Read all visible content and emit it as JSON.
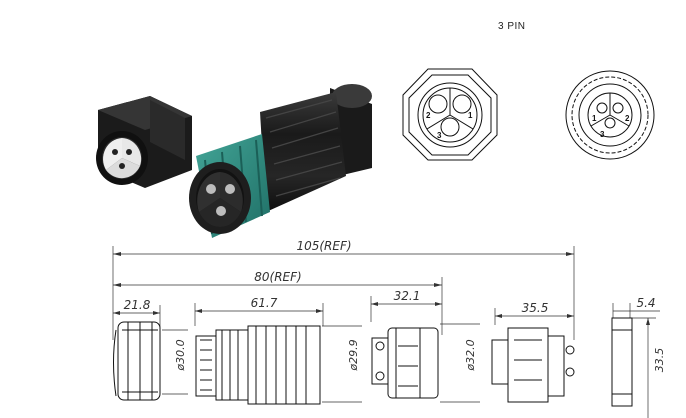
{
  "header": {
    "pin_count_label": "3 PIN"
  },
  "pin_labels": [
    "1",
    "2",
    "3"
  ],
  "dimensions": {
    "overall_length": "105(REF)",
    "assembled_length": "80(REF)",
    "gland_length": "21.8",
    "gland_diameter": "ø30.0",
    "body_length": "61.7",
    "body_diameter": "ø29.9",
    "panel_socket_length": "32.1",
    "panel_socket_diameter": "ø32.0",
    "flange_width": "35.5",
    "nut_thickness": "5.4",
    "nut_height": "33.5"
  },
  "colors": {
    "housing": "#1c1c1c",
    "accent_ring": "#2e8a80",
    "line": "#333333"
  }
}
